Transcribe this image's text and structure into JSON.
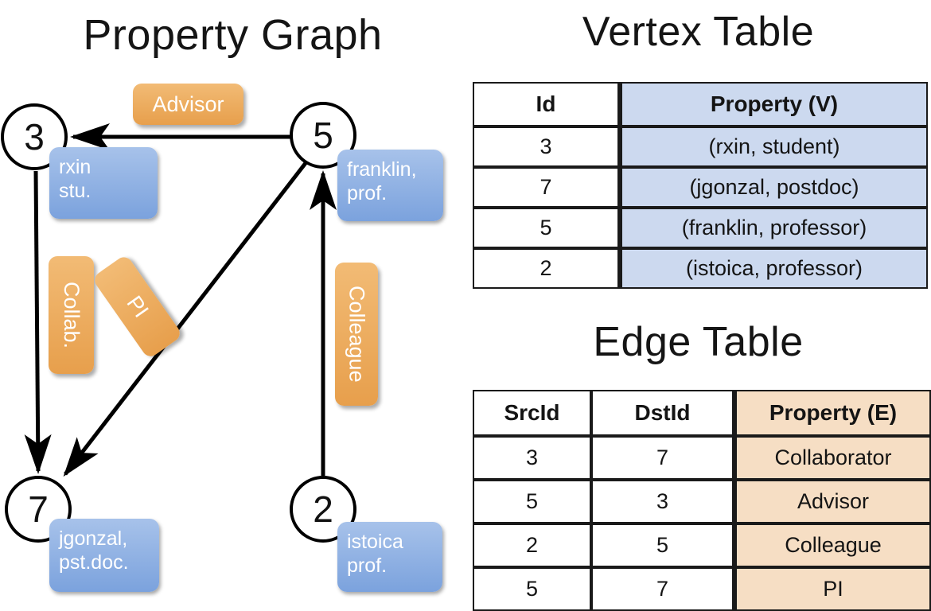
{
  "titles": {
    "property_graph": "Property Graph",
    "vertex_table": "Vertex Table",
    "edge_table": "Edge Table"
  },
  "graph": {
    "nodes": [
      {
        "id": "3",
        "name": "node-3",
        "property_lines": [
          "rxin",
          "stu."
        ]
      },
      {
        "id": "5",
        "name": "node-5",
        "property_lines": [
          "franklin,",
          "prof."
        ]
      },
      {
        "id": "7",
        "name": "node-7",
        "property_lines": [
          "jgonzal,",
          "pst.doc."
        ]
      },
      {
        "id": "2",
        "name": "node-2",
        "property_lines": [
          "istoica",
          "prof."
        ]
      }
    ],
    "node_props": {
      "n3": "rxin\nstu.",
      "n3_l1": "rxin",
      "n3_l2": "stu.",
      "n5_l1": "franklin,",
      "n5_l2": "prof.",
      "n7_l1": "jgonzal,",
      "n7_l2": "pst.doc.",
      "n2_l1": "istoica",
      "n2_l2": "prof."
    },
    "edge_labels": {
      "advisor": "Advisor",
      "collab": "Collab.",
      "pi": "PI",
      "colleague": "Colleague"
    },
    "edges": [
      {
        "src": "5",
        "dst": "3",
        "label": "Advisor"
      },
      {
        "src": "3",
        "dst": "7",
        "label": "Collab."
      },
      {
        "src": "5",
        "dst": "7",
        "label": "PI"
      },
      {
        "src": "2",
        "dst": "5",
        "label": "Colleague"
      }
    ]
  },
  "vertex_table": {
    "headers": {
      "id": "Id",
      "property": "Property (V)"
    },
    "rows": [
      {
        "id": "3",
        "property": "(rxin, student)"
      },
      {
        "id": "7",
        "property": "(jgonzal, postdoc)"
      },
      {
        "id": "5",
        "property": "(franklin, professor)"
      },
      {
        "id": "2",
        "property": "(istoica, professor)"
      }
    ]
  },
  "edge_table": {
    "headers": {
      "src": "SrcId",
      "dst": "DstId",
      "property": "Property (E)"
    },
    "rows": [
      {
        "src": "3",
        "dst": "7",
        "property": "Collaborator"
      },
      {
        "src": "5",
        "dst": "3",
        "property": "Advisor"
      },
      {
        "src": "2",
        "dst": "5",
        "property": "Colleague"
      },
      {
        "src": "5",
        "dst": "7",
        "property": "PI"
      }
    ]
  },
  "colors": {
    "vertex_property_fill": "#ccd9ef",
    "edge_property_fill": "#f6dec4",
    "node_box_blue": "#7ba2dd",
    "edge_label_orange": "#e79f4c",
    "stroke": "#1a1a1a"
  }
}
